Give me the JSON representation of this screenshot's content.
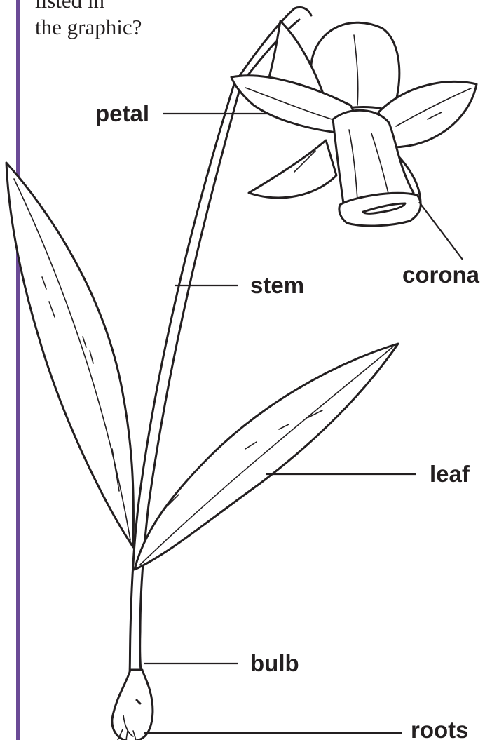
{
  "question": {
    "lines": [
      "listed in",
      "the graphic?"
    ]
  },
  "labels": {
    "petal": "petal",
    "stem": "stem",
    "corona": "corona",
    "leaf": "leaf",
    "bulb": "bulb",
    "roots": "roots"
  },
  "colors": {
    "accent_rule": "#6b4a96",
    "ink": "#231f20"
  }
}
